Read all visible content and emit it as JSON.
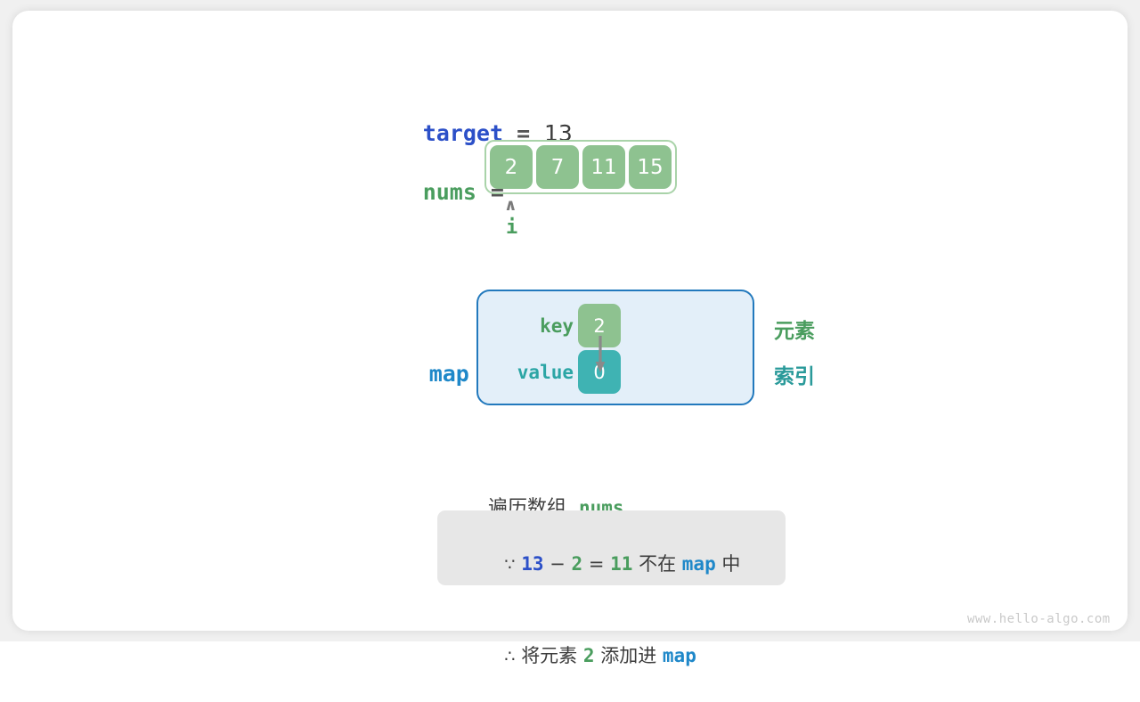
{
  "target": {
    "name": "target",
    "equals": "=",
    "value": "13"
  },
  "nums": {
    "name": "nums",
    "equals": "=",
    "cells": [
      "2",
      "7",
      "11",
      "15"
    ],
    "pointer": {
      "caret": "∧",
      "label": "i",
      "index": 0
    }
  },
  "map": {
    "name": "map",
    "equals": "=",
    "key_label": "key",
    "value_label": "value",
    "key_cell": "2",
    "value_cell": "0",
    "legend_element": "元素",
    "legend_index": "索引"
  },
  "caption": {
    "prefix": "遍历数组",
    "code": "nums",
    "suffix": ","
  },
  "note": {
    "line1": {
      "because_symbol": "∵",
      "a": "13",
      "minus": "−",
      "b": "2",
      "equals": "=",
      "result": "11",
      "text_mid": "不在",
      "map": "map",
      "text_end": "中"
    },
    "line2": {
      "therefore_symbol": "∴",
      "text_start": "将元素",
      "element": "2",
      "text_mid": "添加进",
      "map": "map"
    }
  },
  "watermark": "www.hello-algo.com",
  "colors": {
    "target_blue": "#2c50c8",
    "map_blue": "#1f88c9",
    "green": "#4a9d5e",
    "teal": "#2ba5a5",
    "cell_green": "#8ec290",
    "cell_teal": "#3fb3b3",
    "map_bg": "#e3eff9",
    "map_border": "#2279bd",
    "note_bg": "#e7e7e7",
    "array_border": "#a9d3a9"
  }
}
